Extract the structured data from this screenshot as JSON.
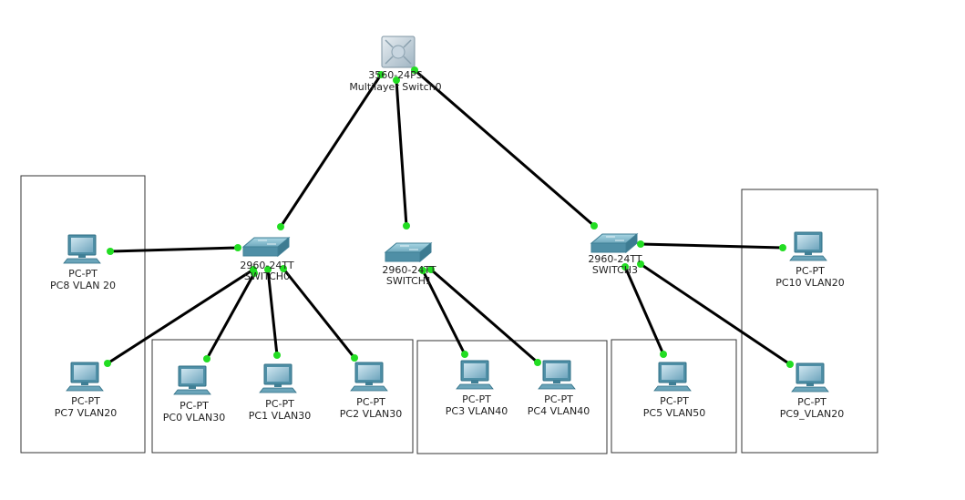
{
  "colors": {
    "link": "#000000",
    "port_up": "#22dd22",
    "switch_body": "#5a9bb0",
    "switch_top": "#8cc4d4",
    "pc_screen": "#7fb3c8",
    "group_border": "#333333"
  },
  "devices": {
    "multilayer": {
      "model": "3560-24PS",
      "name": "Multilayer Switch0",
      "icon": "multilayer-switch-icon"
    },
    "switch0": {
      "model": "2960-24TT",
      "name": "SWITCH0",
      "icon": "switch-icon"
    },
    "switch1": {
      "model": "2960-24TT",
      "name": "SWITCH1",
      "icon": "switch-icon"
    },
    "switch3": {
      "model": "2960-24TT",
      "name": "SWITCH3",
      "icon": "switch-icon"
    },
    "pc8": {
      "model": "PC-PT",
      "name": "PC8 VLAN 20",
      "icon": "pc-icon"
    },
    "pc7": {
      "model": "PC-PT",
      "name": "PC7 VLAN20",
      "icon": "pc-icon"
    },
    "pc0": {
      "model": "PC-PT",
      "name": "PC0 VLAN30",
      "icon": "pc-icon"
    },
    "pc1": {
      "model": "PC-PT",
      "name": "PC1 VLAN30",
      "icon": "pc-icon"
    },
    "pc2": {
      "model": "PC-PT",
      "name": "PC2 VLAN30",
      "icon": "pc-icon"
    },
    "pc3": {
      "model": "PC-PT",
      "name": "PC3 VLAN40",
      "icon": "pc-icon"
    },
    "pc4": {
      "model": "PC-PT",
      "name": "PC4 VLAN40",
      "icon": "pc-icon"
    },
    "pc5": {
      "model": "PC-PT",
      "name": "PC5 VLAN50",
      "icon": "pc-icon"
    },
    "pc10": {
      "model": "PC-PT",
      "name": "PC10 VLAN20",
      "icon": "pc-icon"
    },
    "pc9": {
      "model": "PC-PT",
      "name": "PC9_VLAN20",
      "icon": "pc-icon"
    }
  },
  "links": [
    [
      "multilayer",
      "switch0"
    ],
    [
      "multilayer",
      "switch1"
    ],
    [
      "multilayer",
      "switch3"
    ],
    [
      "switch0",
      "pc8"
    ],
    [
      "switch0",
      "pc7"
    ],
    [
      "switch0",
      "pc0"
    ],
    [
      "switch0",
      "pc1"
    ],
    [
      "switch0",
      "pc2"
    ],
    [
      "switch1",
      "pc3"
    ],
    [
      "switch1",
      "pc4"
    ],
    [
      "switch3",
      "pc10"
    ],
    [
      "switch3",
      "pc5"
    ],
    [
      "switch3",
      "pc9"
    ]
  ]
}
